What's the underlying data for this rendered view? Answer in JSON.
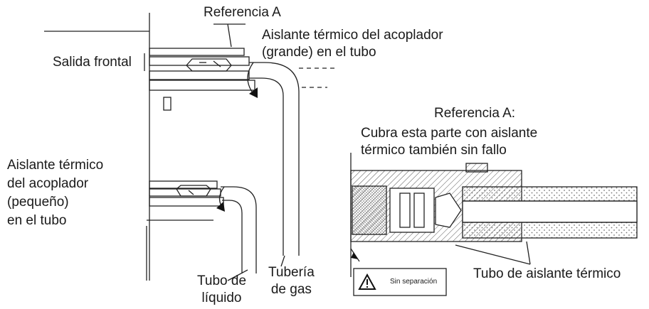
{
  "labels": {
    "referencia_a_top": "Referencia A",
    "aislante_grande": "Aislante térmico del acoplador\n(grande) en el tubo",
    "salida_frontal": "Salida frontal",
    "aislante_pequeno": "Aislante térmico\ndel acoplador\n(pequeño)\nen el tubo",
    "tubo_liquido": "Tubo de\nlíquido",
    "tuberia_gas": "Tubería\nde gas",
    "referencia_a_detail": "Referencia A:",
    "cubra_nota": "Cubra esta parte con aislante\ntérmico también sin fallo",
    "tubo_aislante": "Tubo de aislante térmico",
    "sin_separacion": "Sin separación"
  },
  "icons": {
    "warning": "warning-triangle-icon"
  }
}
